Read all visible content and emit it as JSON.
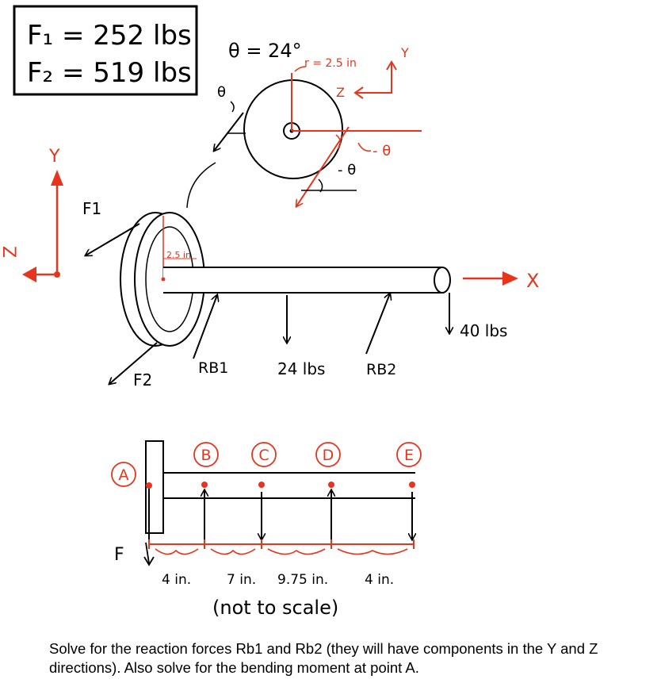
{
  "given": {
    "f1": "F₁ = 252 lbs",
    "f2": "F₂ = 519 lbs"
  },
  "theta_label": "θ = 24°",
  "pulley_detail": {
    "radius": "r = 2.5 in",
    "theta": "θ",
    "neg_theta_1": "- θ",
    "neg_theta_2": "- θ",
    "axis_z": "Z",
    "axis_y": "Y"
  },
  "axes": {
    "y": "Y",
    "z": "Z",
    "x": "X"
  },
  "shaft": {
    "f1": "F1",
    "f2": "F2",
    "radius": "2.5 in",
    "rb1": "RB1",
    "rb2": "RB2",
    "load_mid": "24 lbs",
    "load_end": "40 lbs"
  },
  "fbd": {
    "points": [
      "A",
      "B",
      "C",
      "D",
      "E"
    ],
    "force": "F",
    "dims": [
      "4 in.",
      "7 in.",
      "9.75 in.",
      "4 in."
    ],
    "note": "(not to scale)"
  },
  "question": "Solve for the reaction forces Rb1 and Rb2 (they will have components in the Y and Z directions). Also solve for the bending moment at point A."
}
